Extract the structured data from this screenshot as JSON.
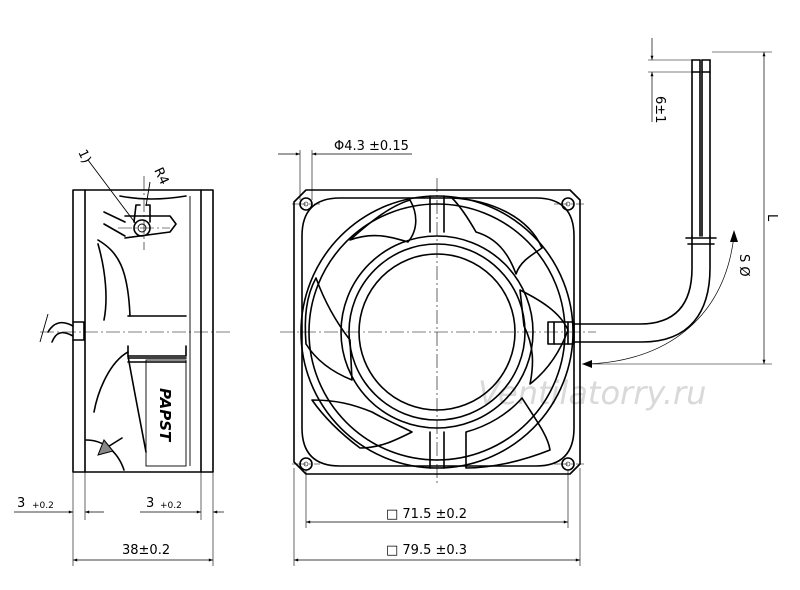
{
  "dimensions": {
    "hole_diameter": "Φ4.3 ±0.15",
    "inner_square": "□ 71.5 ±0.2",
    "outer_square": "□ 79.5 ±0.3",
    "depth": "38±0.2",
    "flange_left_main": "3",
    "flange_left_tol": "+0.2",
    "flange_right_main": "3",
    "flange_right_tol": "+0.2",
    "lead_strip": "6±1",
    "lead_length": "L",
    "cable_diameter": "S Ø",
    "radius": "R4",
    "note": "1)"
  },
  "brand_label": "PAPST",
  "watermark": "Ventilatorry.ru"
}
